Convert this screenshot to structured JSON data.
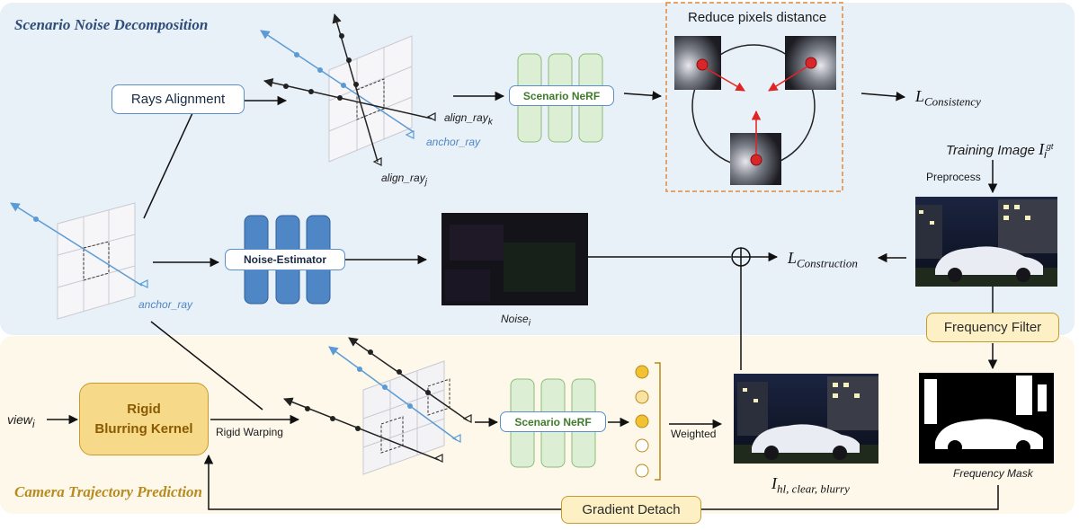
{
  "sections": {
    "top_title": "Scenario Noise Decomposition",
    "bottom_title": "Camera Trajectory Prediction"
  },
  "boxes": {
    "rays_alignment": "Rays Alignment",
    "scenario_nerf": "Scenario NeRF",
    "noise_estimator": "Noise-Estimator",
    "rigid_kernel_line1": "Rigid",
    "rigid_kernel_line2": "Blurring Kernel",
    "frequency_filter": "Frequency Filter",
    "gradient_detach": "Gradient Detach"
  },
  "labels": {
    "reduce_pixels": "Reduce pixels distance",
    "align_ray_k": "align_ray",
    "align_ray_k_sub": "k",
    "align_ray_j": "align_ray",
    "align_ray_j_sub": "j",
    "anchor_ray": "anchor_ray",
    "noise": "Noise",
    "noise_sub": "i",
    "training_image": "Training Image",
    "training_image_sym": "I",
    "training_image_sub": "i",
    "training_image_sup": "gt",
    "preprocess": "Preprocess",
    "view": "view",
    "view_sub": "i",
    "rigid_warping": "Rigid Warping",
    "weighted": "Weighted",
    "frequency_mask": "Frequency Mask",
    "output_sym": "I",
    "output_sub": "hl, clear, blurry"
  },
  "losses": {
    "consistency_sym": "L",
    "consistency_sub": "Consistency",
    "construction_sym": "L",
    "construction_sub": "Construction"
  },
  "colors": {
    "ray_blue": "#5b9bd5",
    "ray_black": "#222222",
    "nerf_green": "#dcefd4",
    "noise_blue": "#4f86c6",
    "dashed_orange": "#e08a3c",
    "dot_gold": "#f2c233"
  }
}
